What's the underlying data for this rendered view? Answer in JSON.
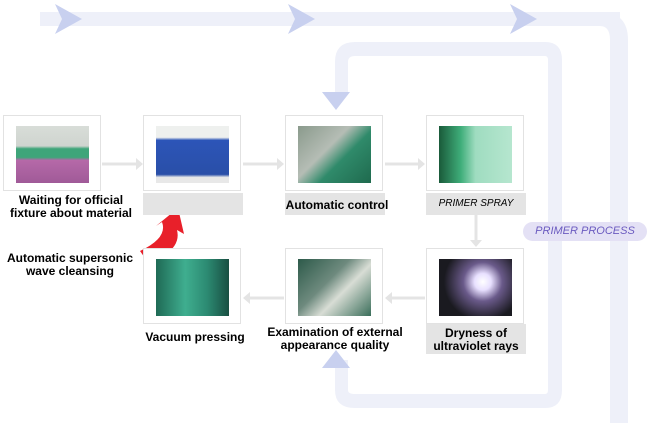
{
  "steps": [
    {
      "label": "Waiting for official fixture about material"
    },
    {
      "label": ""
    },
    {
      "label": "Automatic control"
    },
    {
      "label": "PRIMER SPRAY"
    },
    {
      "label": "Dryness of ultraviolet rays"
    },
    {
      "label": "Examination of external appearance quality"
    },
    {
      "label": "Vacuum pressing"
    }
  ],
  "step1_lines": [
    "Waiting for official",
    "fixture about material"
  ],
  "step5_lines": [
    "Dryness of",
    "ultraviolet rays"
  ],
  "step6_lines": [
    "Examination of external",
    "appearance quality"
  ],
  "side_note_lines": [
    "Automatic supersonic",
    "wave cleansing"
  ],
  "process_badge": "PRIMER PROCESS",
  "colors": {
    "flow_band": "#e8ebf7",
    "flow_arrow": "#c5cdee",
    "connector": "#e4e4e4",
    "badge_bg": "#e4e1f5",
    "badge_text": "#6b5bc0",
    "loop_arrow": "#e8202a"
  }
}
